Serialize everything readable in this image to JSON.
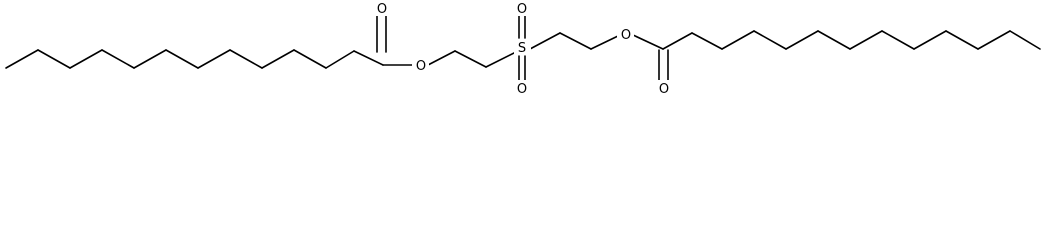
{
  "diagram": {
    "type": "skeletal-structure",
    "atom_labels": {
      "o1": "O",
      "o2": "O",
      "s": "S",
      "os1": "O",
      "os2": "O",
      "o3": "O",
      "o4": "O"
    }
  }
}
